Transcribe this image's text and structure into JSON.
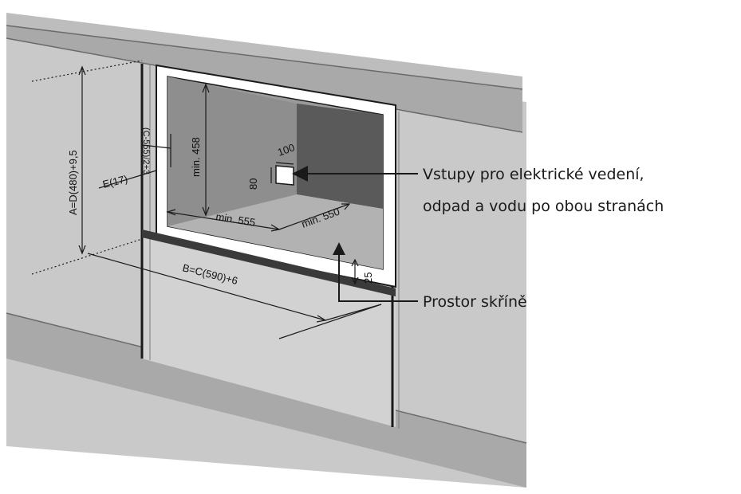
{
  "dimensions": {
    "a": "A=D(480)+9,5",
    "b": "B=C(590)+6",
    "e": "E(17)",
    "offset": "(C-555)/2+3",
    "height": "min. 458",
    "width": "min. 555",
    "depth": "min. 550",
    "hole_w": "100",
    "hole_h": "80",
    "gap": "25"
  },
  "callouts": {
    "inlets_line1": "Vstupy pro elektrické vedení,",
    "inlets_line2": "odpad a vodu po obou stranách",
    "cabinet": "Prostor skříně"
  },
  "colors": {
    "cabinet_face": "#c9c9c9",
    "countertop": "#a9a9a9",
    "niche_back": "#5a5a5a",
    "frame": "#ffffff",
    "line": "#1a1a1a"
  }
}
